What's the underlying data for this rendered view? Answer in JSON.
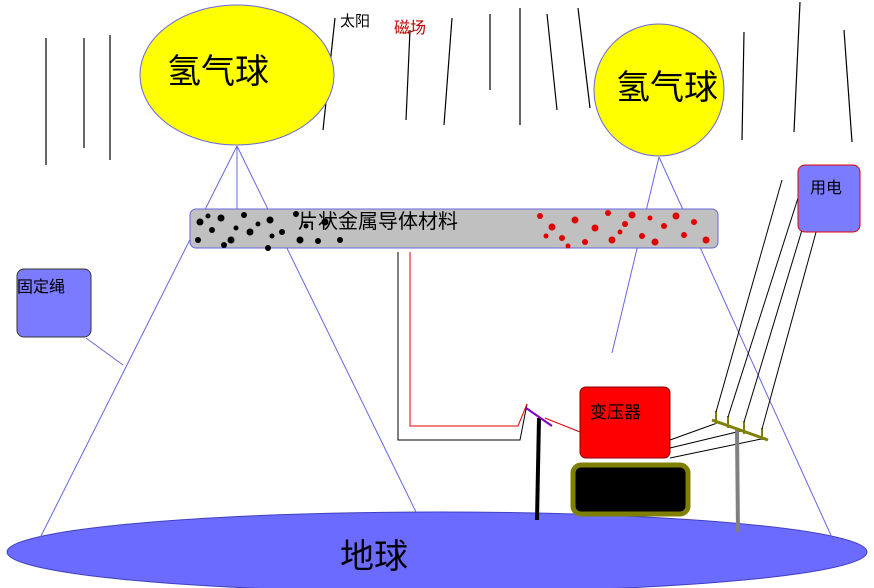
{
  "labels": {
    "sun": "太阳",
    "magnetic_field": "磁场",
    "balloon_left": "氢气球",
    "balloon_right": "氢气球",
    "conductor": "片状金属导体材料",
    "tether": "固定绳",
    "consumer": "用电",
    "transformer": "变压器",
    "earth": "地球"
  },
  "colors": {
    "balloon": "#ffff00",
    "box": "#7b7bff",
    "conductor": "#c0c0c0",
    "transformer": "#ff0000",
    "earth": "#6b6bff",
    "battery": "#000000",
    "battery_border": "#808000",
    "positive_dots": "#e00000",
    "negative_dots": "#000000",
    "magnetic_field_text": "#c00000"
  }
}
